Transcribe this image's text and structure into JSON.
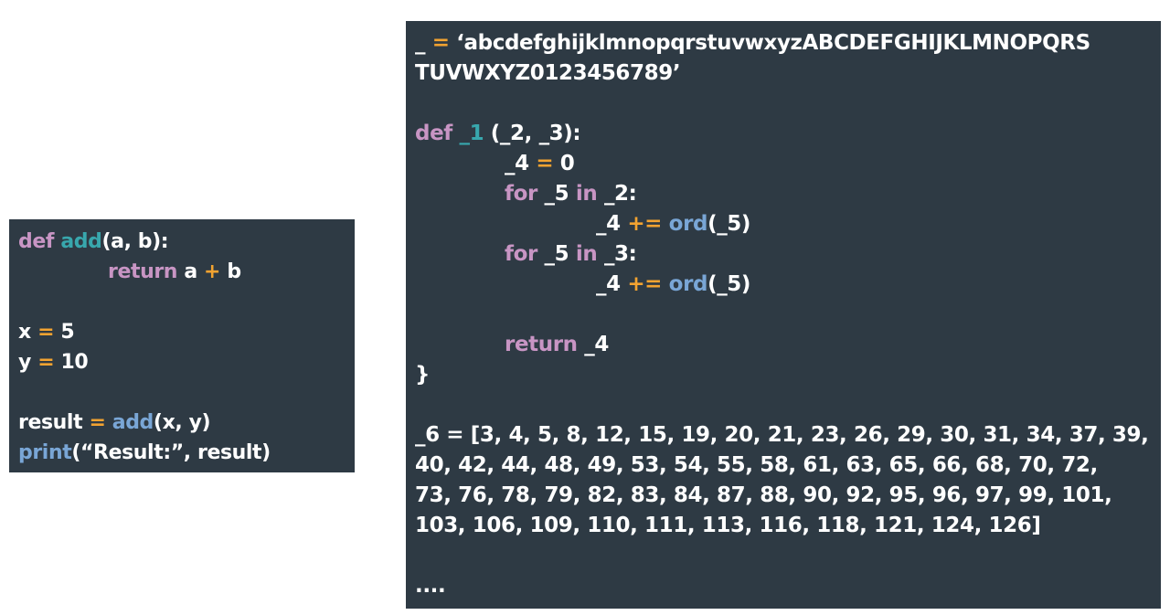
{
  "left_code": {
    "l1": {
      "kw": "def",
      "fn": "add",
      "rest": "(a, b):"
    },
    "l2": {
      "kw": "return",
      "a": " a ",
      "op": "+",
      "b": " b"
    },
    "l3": {
      "a": "x ",
      "op": "=",
      "b": " 5"
    },
    "l4": {
      "a": "y ",
      "op": "=",
      "b": " 10"
    },
    "l5": {
      "a": "result ",
      "op": "=",
      "fn": "add",
      "b": "(x, y)"
    },
    "l6": {
      "fn": "print",
      "b": "(“Result:”, result)"
    }
  },
  "right_code": {
    "r1": {
      "a": "_ ",
      "op": "=",
      "b": " ‘abcdefghijklmnopqrstuvwxyzABCDEFGHIJKLMNOPQRS"
    },
    "r2": {
      "a": "TUVWXYZ0123456789’"
    },
    "r3": {
      "kw": "def",
      "fn": "_1",
      "b": " (_2, _3):"
    },
    "r4": {
      "a": "_4 ",
      "op": "=",
      "b": " 0"
    },
    "r5": {
      "kw": "for",
      "a": " _5 ",
      "kw2": "in",
      "b": " _2:"
    },
    "r6": {
      "a": "_4 ",
      "op": "+=",
      "fn": "ord",
      "b": "(_5)"
    },
    "r7": {
      "kw": "for",
      "a": " _5 ",
      "kw2": "in",
      "b": " _3:"
    },
    "r8": {
      "a": "_4 ",
      "op": "+=",
      "fn": "ord",
      "b": "(_5)"
    },
    "r9": {
      "kw": "return",
      "b": " _4"
    },
    "r10": {
      "a": "}"
    },
    "r11": {
      "a": "_6 = [3, 4, 5, 8, 12, 15, 19, 20, 21, 23, 26, 29, 30, 31, 34, 37, 39,"
    },
    "r12": {
      "a": "40, 42, 44, 48, 49, 53, 54, 55, 58, 61, 63, 65, 66, 68, 70, 72,"
    },
    "r13": {
      "a": "73, 76, 78, 79, 82, 83, 84, 87, 88, 90, 92, 95, 96, 97, 99, 101,"
    },
    "r14": {
      "a": "103, 106, 109, 110, 111, 113, 116, 118, 121, 124, 126]"
    },
    "r15": {
      "a": "...."
    }
  },
  "colors": {
    "panel_bg": "#2e3a44",
    "keyword": "#c895c4",
    "function_name": "#38a7ad",
    "operator": "#f2a331",
    "builtin": "#79a6d6",
    "text": "#ffffff"
  }
}
